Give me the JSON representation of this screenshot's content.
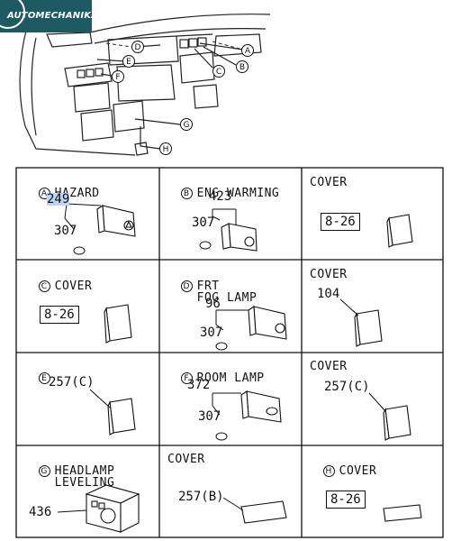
{
  "logo": {
    "text": "AUTOMECHANIKA"
  },
  "overview_callouts": [
    "A",
    "B",
    "C",
    "D",
    "E",
    "F",
    "G",
    "H"
  ],
  "cells": [
    {
      "letter": "A",
      "title": "HAZARD",
      "parts": [
        "249",
        "307"
      ]
    },
    {
      "letter": "B",
      "title": "ENG WARMING",
      "parts": [
        "423",
        "307"
      ]
    },
    {
      "letter": "",
      "title": "COVER",
      "ref": "8-26"
    },
    {
      "letter": "C",
      "title": "COVER",
      "ref": "8-26"
    },
    {
      "letter": "D",
      "title": "FRT\nFOG LAMP",
      "parts": [
        "96",
        "307"
      ]
    },
    {
      "letter": "",
      "title": "COVER",
      "parts": [
        "104"
      ]
    },
    {
      "letter": "E",
      "title": "",
      "parts": [
        "257(C)"
      ]
    },
    {
      "letter": "F",
      "title": "ROOM LAMP",
      "parts": [
        "372",
        "307"
      ]
    },
    {
      "letter": "",
      "title": "COVER",
      "parts": [
        "257(C)"
      ]
    },
    {
      "letter": "G",
      "title": "HEADLAMP\nLEVELING",
      "parts": [
        "436"
      ]
    },
    {
      "letter": "",
      "title": "COVER",
      "parts": [
        "257(B)"
      ]
    },
    {
      "letter": "H",
      "title": "COVER",
      "ref": "8-26"
    }
  ]
}
